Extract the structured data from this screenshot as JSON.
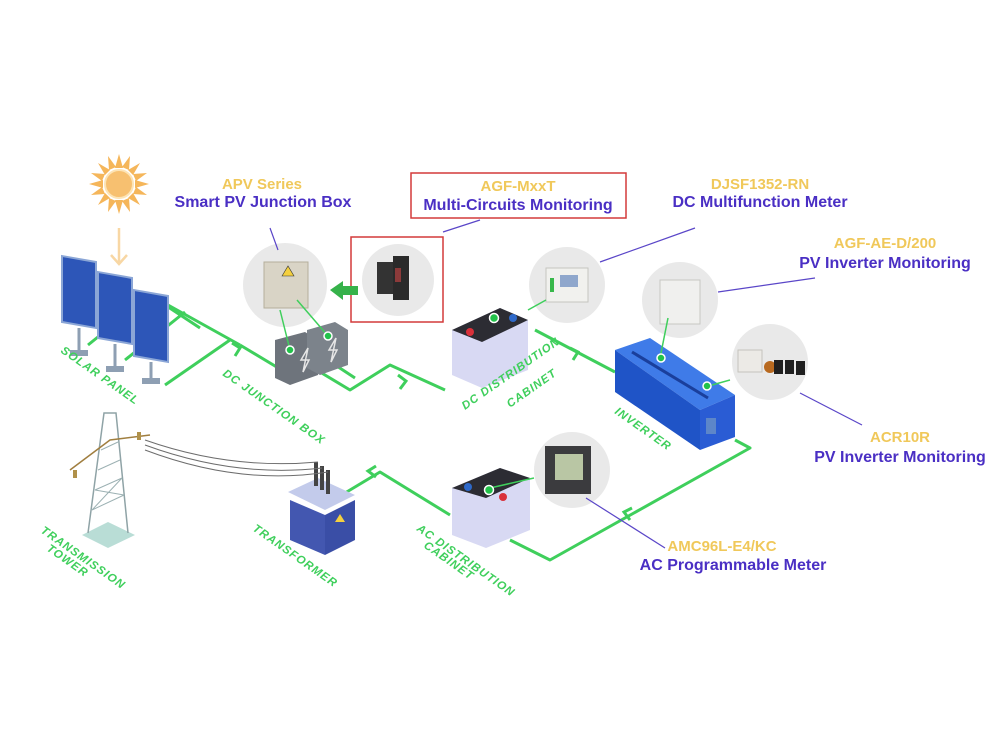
{
  "diagram": {
    "title": "PV Power Generation Monitoring System",
    "colors": {
      "model_text": "#f0c85a",
      "description_text": "#4a2fc4",
      "wire": "#3fcf5c",
      "highlight_box": "#d33a3a",
      "leader_line": "#5a46c8"
    },
    "products": [
      {
        "id": "apv",
        "model": "APV Series",
        "description": "Smart PV Junction Box"
      },
      {
        "id": "agf-mxxt",
        "model": "AGF-MxxT",
        "description": "Multi-Circuits Monitoring",
        "highlighted": true
      },
      {
        "id": "djsf",
        "model": "DJSF1352-RN",
        "description": "DC Multifunction Meter"
      },
      {
        "id": "agf-ae",
        "model": "AGF-AE-D/200",
        "description": "PV Inverter Monitoring"
      },
      {
        "id": "acr10r",
        "model": "ACR10R",
        "description": "PV Inverter Monitoring"
      },
      {
        "id": "amc96l",
        "model": "AMC96L-E4/KC",
        "description": "AC Programmable Meter"
      }
    ],
    "components": {
      "solar_panel": "SOLAR PANEL",
      "dc_junction_box": "DC JUNCTION BOX",
      "dc_distribution_cabinet_1": "DC DISTRIBUTION",
      "dc_distribution_cabinet_2": "CABINET",
      "inverter": "INVERTER",
      "ac_distribution_cabinet_1": "AC DISTRIBUTION",
      "ac_distribution_cabinet_2": "CABINET",
      "transformer": "TRANSFORMER",
      "transmission_tower_1": "TRANSMISSION",
      "transmission_tower_2": "TOWER"
    },
    "icons": {
      "sun": "sun-icon",
      "flow_arrow": "arrow-left-icon"
    }
  }
}
